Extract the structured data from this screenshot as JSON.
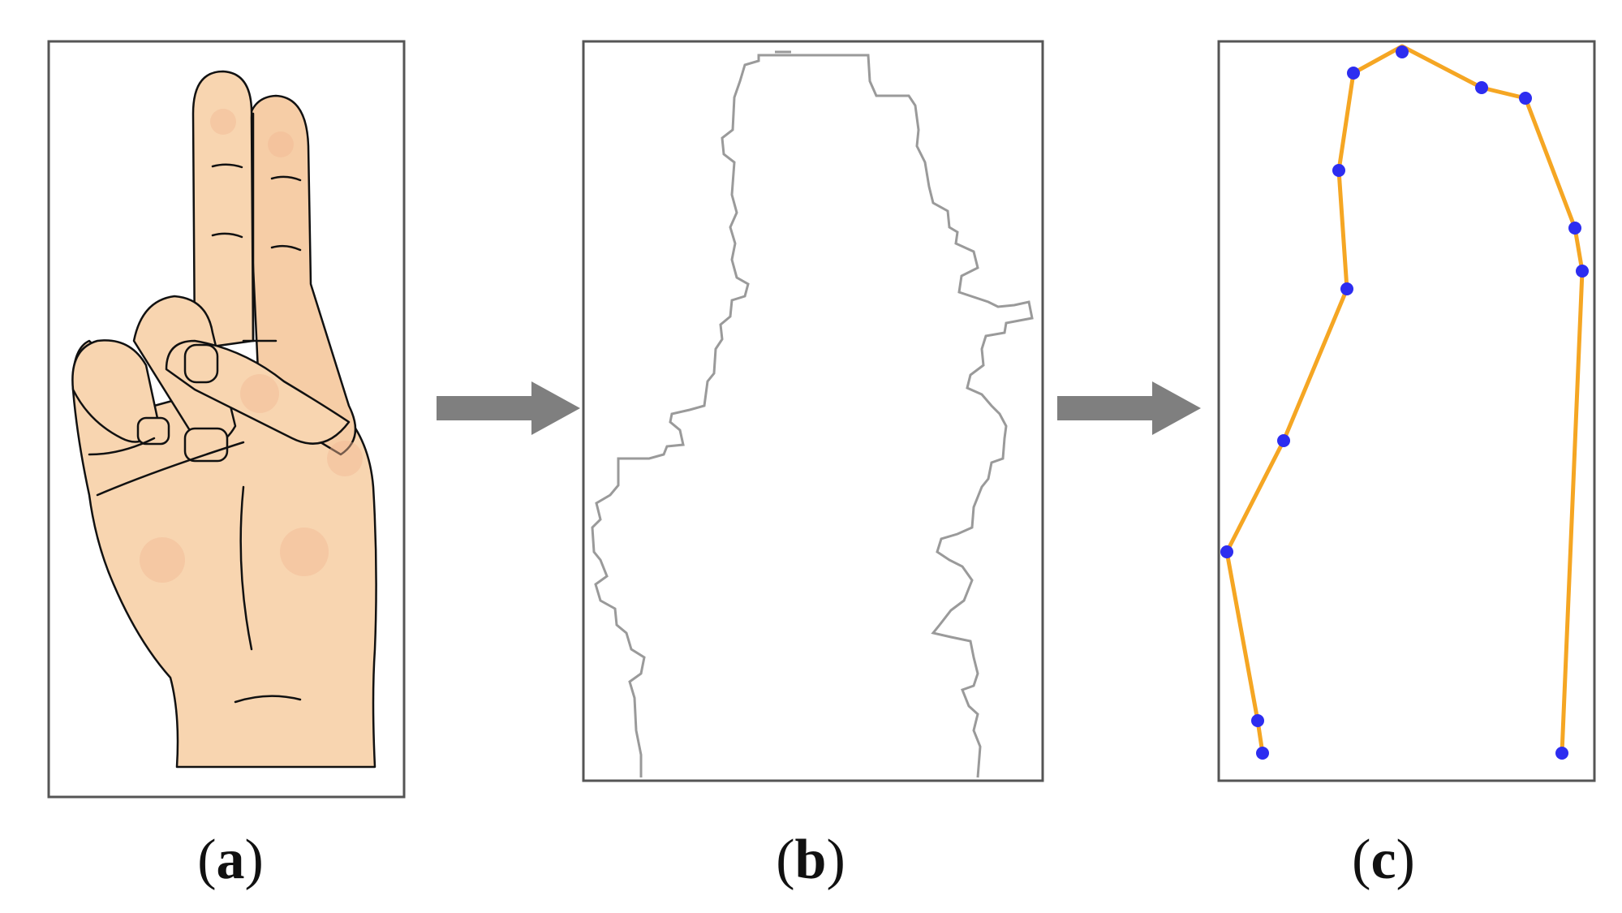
{
  "panels": [
    {
      "id": "a",
      "caption_letter": "a"
    },
    {
      "id": "b",
      "caption_letter": "b"
    },
    {
      "id": "c",
      "caption_letter": "c"
    }
  ],
  "colors": {
    "frame": "#555555",
    "arrow": "#7f7f7f",
    "skin": "#f8d5b0",
    "skin_shade": "#f4c9a5",
    "contour": "#9a9a9a",
    "polygon": "#f5a623",
    "keypoint": "#2d2df0"
  },
  "icons": [
    "hand-sign-illustration",
    "arrow-right-icon",
    "contour-outline",
    "polygon-approximation"
  ]
}
